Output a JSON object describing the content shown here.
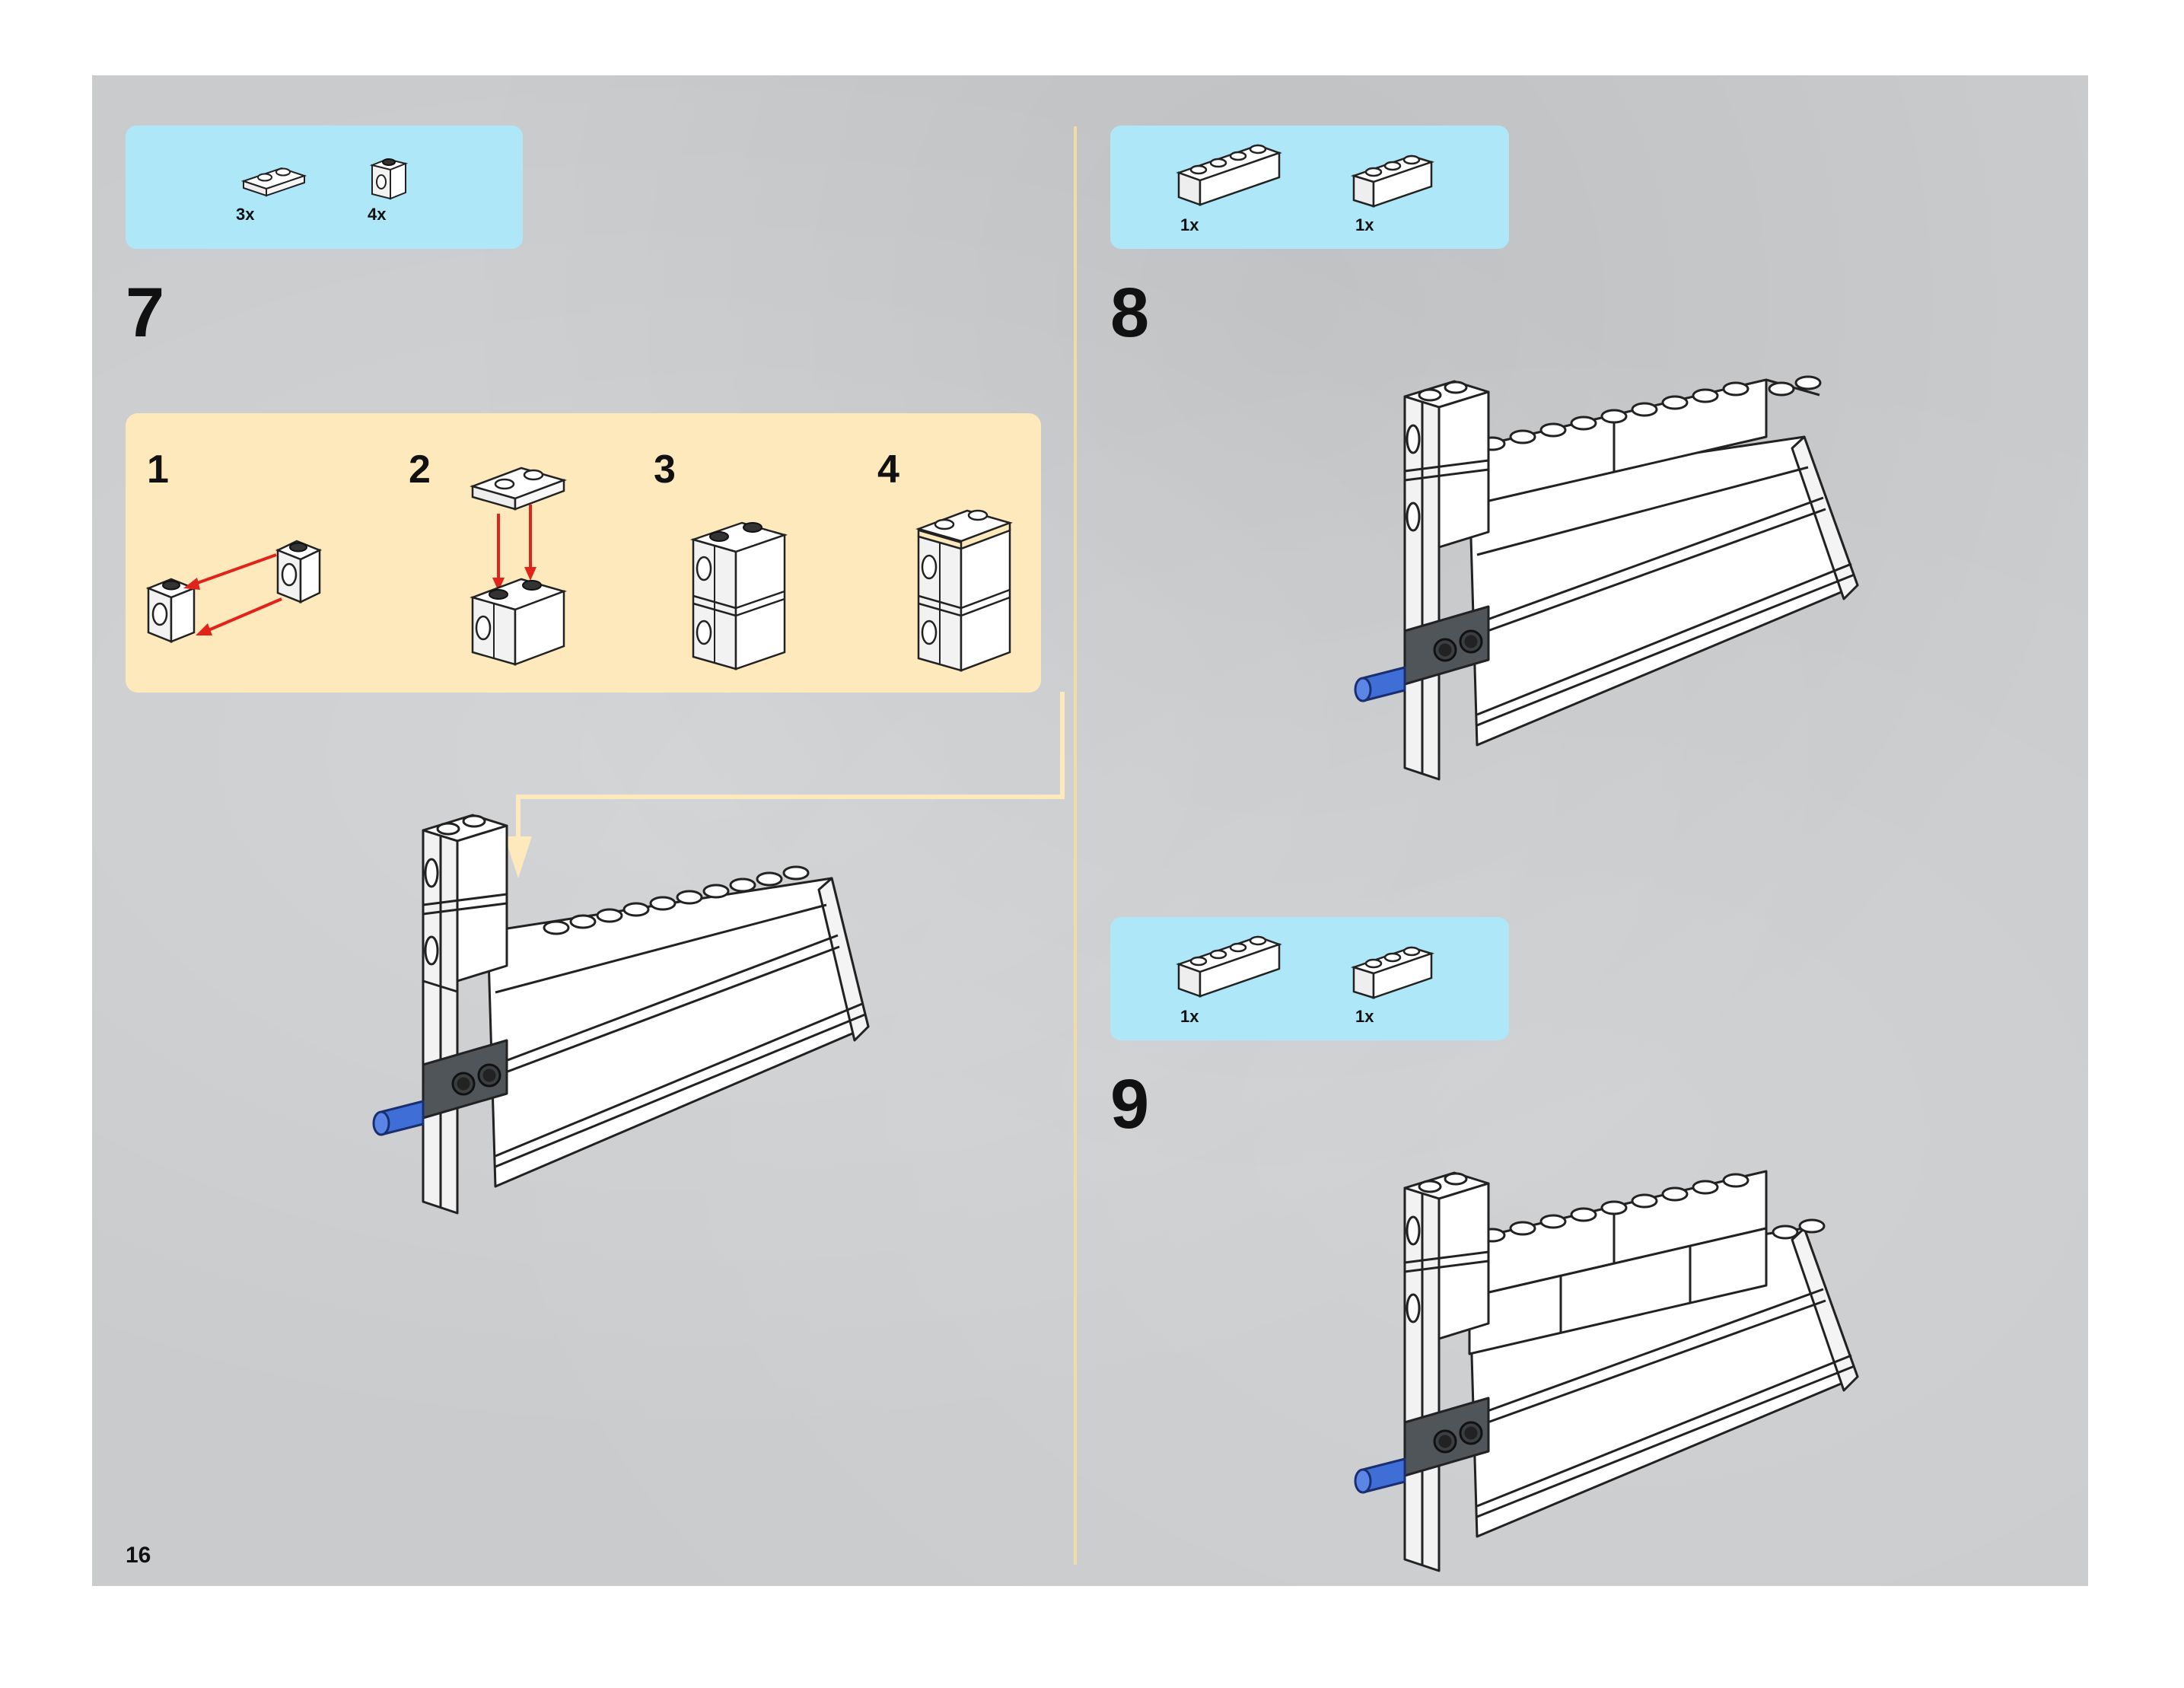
{
  "page": {
    "number": "16"
  },
  "step7": {
    "number": "7",
    "parts": [
      {
        "name": "plate-1x2-white",
        "qty": "3x"
      },
      {
        "name": "brick-1x1-with-hole-white",
        "qty": "4x"
      }
    ],
    "substeps": [
      "1",
      "2",
      "3",
      "4"
    ]
  },
  "step8": {
    "number": "8",
    "parts": [
      {
        "name": "brick-1x4-white",
        "qty": "1x"
      },
      {
        "name": "brick-1x3-white",
        "qty": "1x"
      }
    ]
  },
  "step9": {
    "number": "9",
    "parts": [
      {
        "name": "brick-1x4-white",
        "qty": "1x"
      },
      {
        "name": "brick-1x3-white",
        "qty": "1x"
      }
    ]
  },
  "colors": {
    "page_background": "#c9cbcd",
    "parts_box": "#aee7f8",
    "substep_box": "#fde9bc",
    "divider": "#f1dca6",
    "arrow_red": "#e0231b",
    "pin_blue": "#3f6fd6",
    "dark_gray_brick": "#4f5558"
  }
}
